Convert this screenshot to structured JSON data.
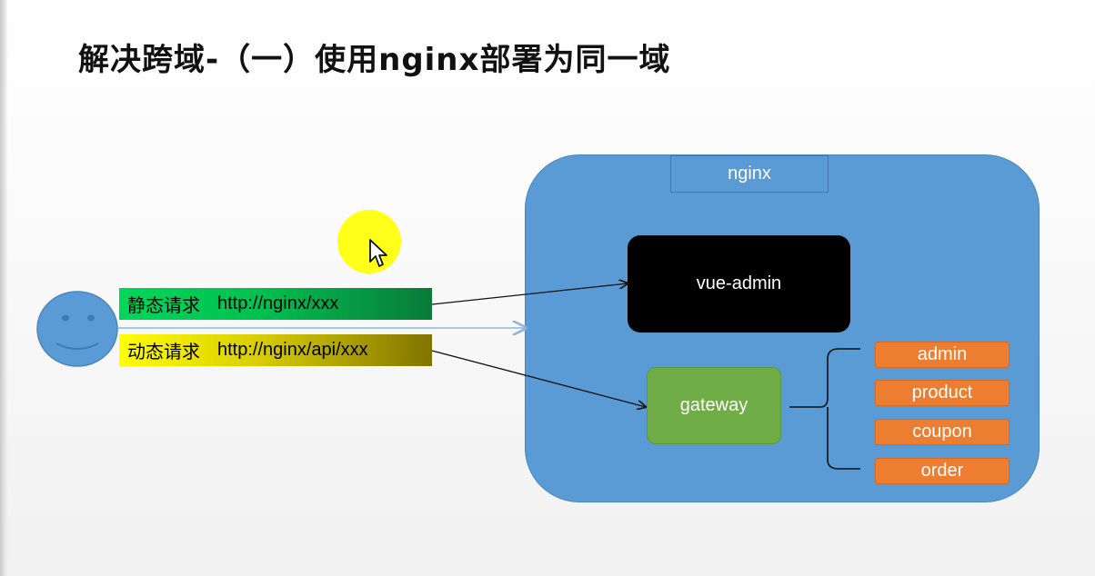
{
  "slide": {
    "title": "解决跨域-（一）使用nginx部署为同一域"
  },
  "nginx": {
    "label": "nginx",
    "vue_admin": "vue-admin",
    "gateway": "gateway",
    "services": [
      "admin",
      "product",
      "coupon",
      "order"
    ]
  },
  "requests": {
    "static": {
      "type": "静态请求",
      "url": "http://nginx/xxx"
    },
    "dynamic": {
      "type": "动态请求",
      "url": "http://nginx/api/xxx"
    }
  },
  "colors": {
    "container": "#5b9bd5",
    "vue_admin": "#000000",
    "gateway": "#70ad47",
    "service": "#ed7d31",
    "static_bar": "#00c04f",
    "dynamic_bar": "#e0d400",
    "client": "#5b9bd5"
  },
  "icons": {
    "client": "smiley-face-icon",
    "pointer": "mouse-cursor-icon"
  }
}
